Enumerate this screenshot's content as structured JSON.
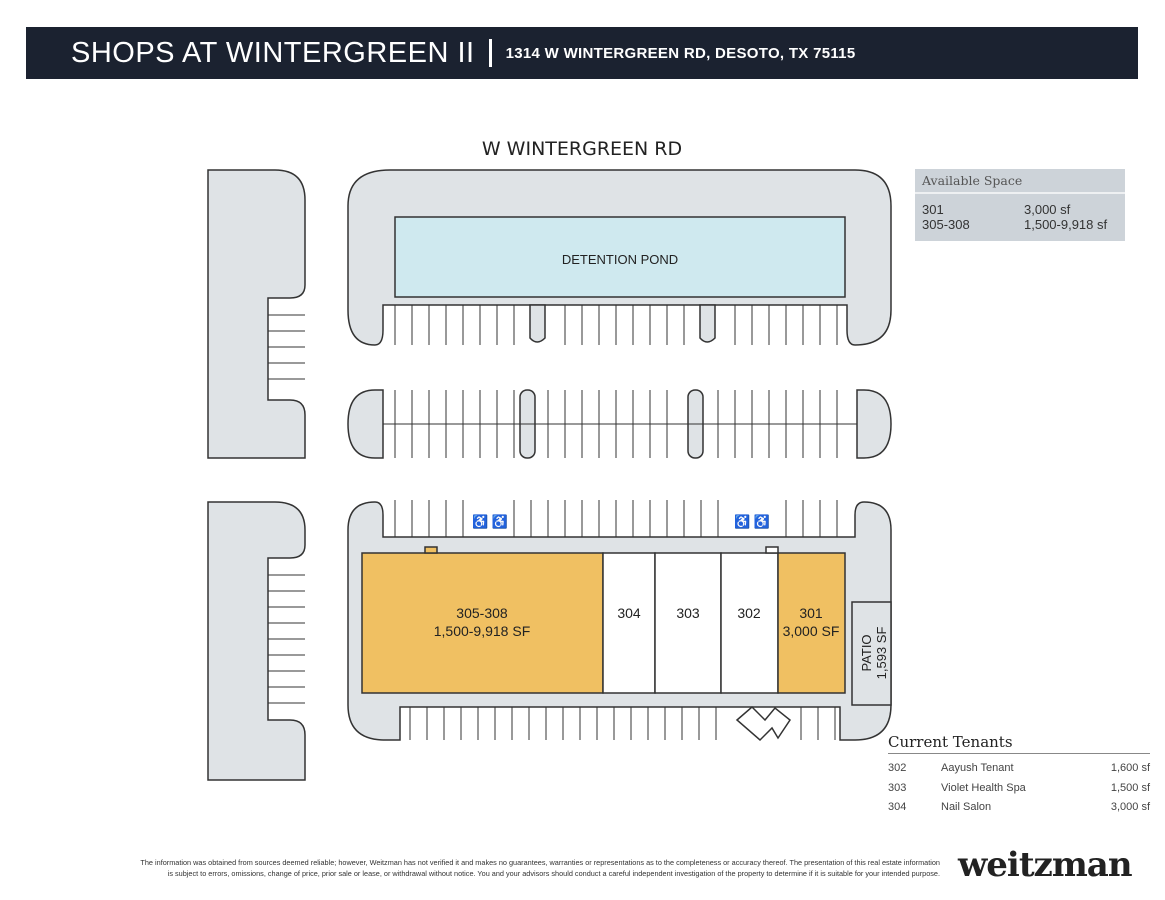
{
  "header": {
    "title": "SHOPS AT WINTERGREEN II",
    "address": "1314 W WINTERGREEN RD, DESOTO, TX 75115"
  },
  "map": {
    "road": "W WINTERGREEN RD",
    "pond": "DETENTION POND",
    "units": [
      {
        "id": "305-308",
        "size": "1,500-9,918 SF"
      },
      {
        "id": "304"
      },
      {
        "id": "303"
      },
      {
        "id": "302"
      },
      {
        "id": "301",
        "size": "3,000 SF"
      }
    ],
    "patio": {
      "label": "PATIO",
      "size": "1,593 SF"
    }
  },
  "available": {
    "title": "Available Space",
    "rows": [
      {
        "unit": "301",
        "size": "3,000 sf"
      },
      {
        "unit": "305-308",
        "size": "1,500-9,918 sf"
      }
    ]
  },
  "tenants": {
    "title": "Current Tenants",
    "rows": [
      {
        "unit": "302",
        "name": "Aayush Tenant",
        "size": "1,600 sf"
      },
      {
        "unit": "303",
        "name": "Violet Health Spa",
        "size": "1,500 sf"
      },
      {
        "unit": "304",
        "name": "Nail Salon",
        "size": "3,000 sf"
      }
    ]
  },
  "disclaimer": [
    "The information was obtained from sources deemed reliable; however, Weitzman has not verified it and makes no guarantees, warranties or representations as to the completeness or accuracy thereof.  The presentation of this real estate information",
    "is subject to errors, omissions, change of price, prior sale or lease, or withdrawal without notice. You and your advisors should conduct a careful independent investigation of the property to determine if it is suitable for your intended purpose."
  ],
  "logo": "weitzman",
  "colors": {
    "header": "#1b2230",
    "lot": "#dfe3e6",
    "pond": "#cfe9ef",
    "available": "#f0c062"
  }
}
